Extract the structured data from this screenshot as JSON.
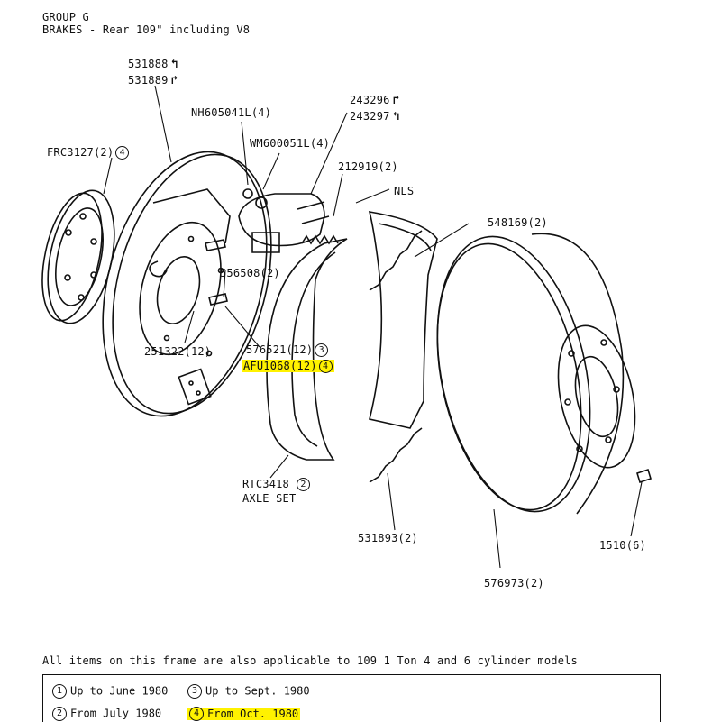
{
  "header": {
    "group": "GROUP G",
    "title": "BRAKES - Rear 109\" including V8"
  },
  "labels": {
    "p531888": "531888",
    "p531889": "531889",
    "nh": "NH605041L(4)",
    "frc": "FRC3127(2)",
    "frc_note": "4",
    "wm": "WM600051L(4)",
    "p243296": "243296",
    "p243297": "243297",
    "p212919": "212919(2)",
    "nls": "NLS",
    "p548169": "548169(2)",
    "p556508": "556508(2)",
    "p251322": "251322(12)",
    "p576521": "576521(12)",
    "p576521_note": "3",
    "afu": "AFU1068(12)",
    "afu_note": "4",
    "rtc": "RTC3418",
    "rtc_note": "2",
    "axle": "AXLE SET",
    "p531893": "531893(2)",
    "p1510": "1510(6)",
    "p576973": "576973(2)"
  },
  "footer": {
    "note": "All items on this frame are also applicable to 109 1 Ton 4 and 6 cylinder models",
    "key": [
      {
        "num": "1",
        "text": "Up to June 1980"
      },
      {
        "num": "3",
        "text": "Up to Sept. 1980"
      },
      {
        "num": "2",
        "text": "From July 1980"
      },
      {
        "num": "4",
        "text": "From Oct. 1980"
      }
    ]
  },
  "colors": {
    "highlight": "#fff200",
    "ink": "#111111"
  }
}
